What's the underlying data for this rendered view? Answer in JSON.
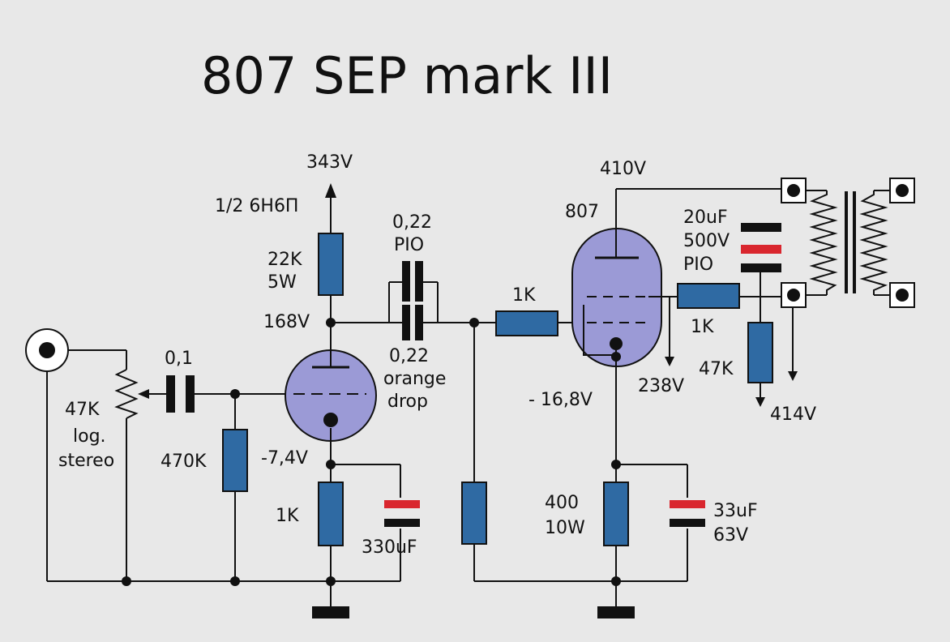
{
  "title": "807 SEP mark III",
  "colors": {
    "resistor": "#2f6aa3",
    "tube": "#9b9ad6",
    "cap_plate_red": "#d9262e",
    "wire": "#111111",
    "background": "#e8e8e8"
  },
  "labels": {
    "v343": "343V",
    "tube1": "1/2 6Н6П",
    "r22k": "22K",
    "r22k_w": "5W",
    "v168": "168V",
    "pio1_val": "0,22",
    "pio1_type": "PIO",
    "od_val": "0,22",
    "od_type1": "orange",
    "od_type2": "drop",
    "c01": "0,1",
    "pot1": "47K",
    "pot2": "log.",
    "pot3": "stereo",
    "r470k": "470K",
    "vm74": "-7,4V",
    "r1k_cath": "1K",
    "c330": "330uF",
    "v410": "410V",
    "tube2": "807",
    "r1k_grid": "1K",
    "c20_1": "20uF",
    "c20_2": "500V",
    "c20_3": "PIO",
    "r1k_g2": "1K",
    "r47k": "47K",
    "v238": "238V",
    "vm168": "- 16,8V",
    "v414": "414V",
    "r400_1": "400",
    "r400_2": "10W",
    "c33_1": "33uF",
    "c33_2": "63V"
  }
}
